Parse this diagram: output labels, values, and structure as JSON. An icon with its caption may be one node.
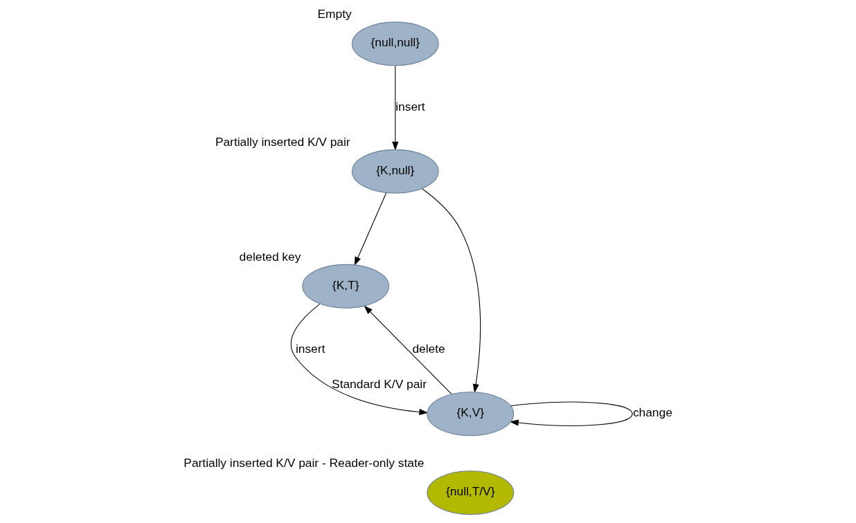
{
  "diagram": {
    "nodes": [
      {
        "text": [
          "{null,null}"
        ],
        "beside": [
          "Empty"
        ]
      },
      {
        "text": [
          "{K,null}"
        ],
        "beside": [
          "Partially inserted K/V pair"
        ]
      },
      {
        "text": [
          "{K,T}"
        ],
        "beside": [
          "deleted key"
        ]
      },
      {
        "text": [
          "{K,V}"
        ],
        "beside": [
          "Standard K/V pair"
        ]
      },
      {
        "text": [
          "{null,T/V}"
        ],
        "beside": [
          "Partially inserted K/V pair - Reader-only state"
        ]
      }
    ],
    "edges": [
      {
        "from": 0,
        "to": 1,
        "arrow": "to",
        "label": "insert"
      },
      {
        "from": 1,
        "to": 2,
        "arrow": "to"
      },
      {
        "from": 1,
        "to": 3,
        "arrow": "to"
      },
      {
        "from": 2,
        "to": 3,
        "arrow": "to",
        "label": "insert"
      },
      {
        "from": 3,
        "to": 2,
        "arrow": "to",
        "label": "delete"
      },
      {
        "from": 3,
        "to": 3,
        "arrow": "to",
        "label": "change"
      }
    ]
  }
}
